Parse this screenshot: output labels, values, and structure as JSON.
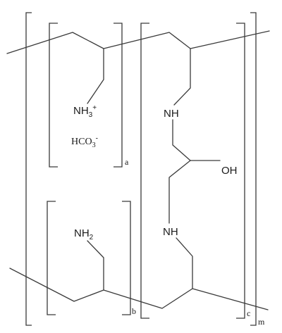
{
  "structure": {
    "groups": {
      "ammonium": {
        "symbol": "NH",
        "subscript": "3",
        "superscript": "+"
      },
      "bicarbonate": {
        "symbol": "HCO",
        "subscript": "3",
        "superscript": "-"
      },
      "amine": {
        "symbol": "NH",
        "subscript": "2"
      },
      "secondary_amine_top": "NH",
      "hydroxyl": "OH",
      "secondary_amine_bottom": "NH"
    },
    "repeat_indices": {
      "a": "a",
      "b": "b",
      "c": "c",
      "m": "m"
    }
  }
}
